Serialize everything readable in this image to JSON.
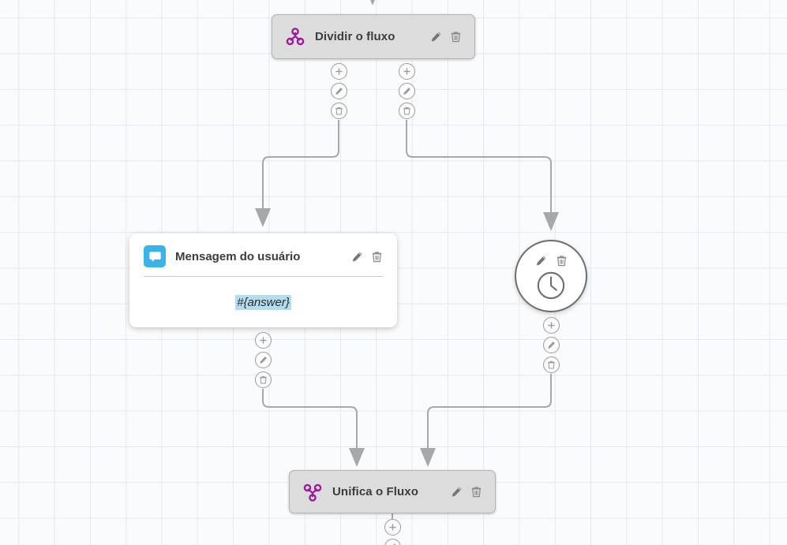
{
  "canvas": {
    "background_color": "#fafbfc",
    "grid_color": "#e3e9f2",
    "grid_size": 45
  },
  "palette": {
    "node_gray_fill": "#dcdcdc",
    "node_gray_border": "#b4b4b4",
    "node_card_fill": "#ffffff",
    "purple_icon": "#9c1a9c",
    "chat_tile_blue": "#3ab3e8",
    "variable_highlight": "#b5dcee",
    "edge_stroke": "#a8a8a8",
    "circle_border": "#6e6e6e",
    "title_text": "#3c3c3c"
  },
  "nodes": {
    "split": {
      "title": "Dividir o fluxo",
      "icon": "split-flow-icon",
      "type": "flow-control",
      "edit_label": "Editar",
      "delete_label": "Excluir"
    },
    "user_message": {
      "title": "Mensagem do usuário",
      "icon": "chat-bubble-icon",
      "type": "message-card",
      "body_variable": "#{answer}",
      "edit_label": "Editar",
      "delete_label": "Excluir"
    },
    "timer": {
      "title": "",
      "icon": "clock-icon",
      "type": "timer-circle",
      "edit_label": "Editar",
      "delete_label": "Excluir"
    },
    "merge": {
      "title": "Unifica o Fluxo",
      "icon": "merge-flow-icon",
      "type": "flow-control",
      "edit_label": "Editar",
      "delete_label": "Excluir"
    }
  },
  "edge_buttons": {
    "add_label": "+",
    "edit_label": "Editar conexão",
    "delete_label": "Excluir conexão"
  }
}
